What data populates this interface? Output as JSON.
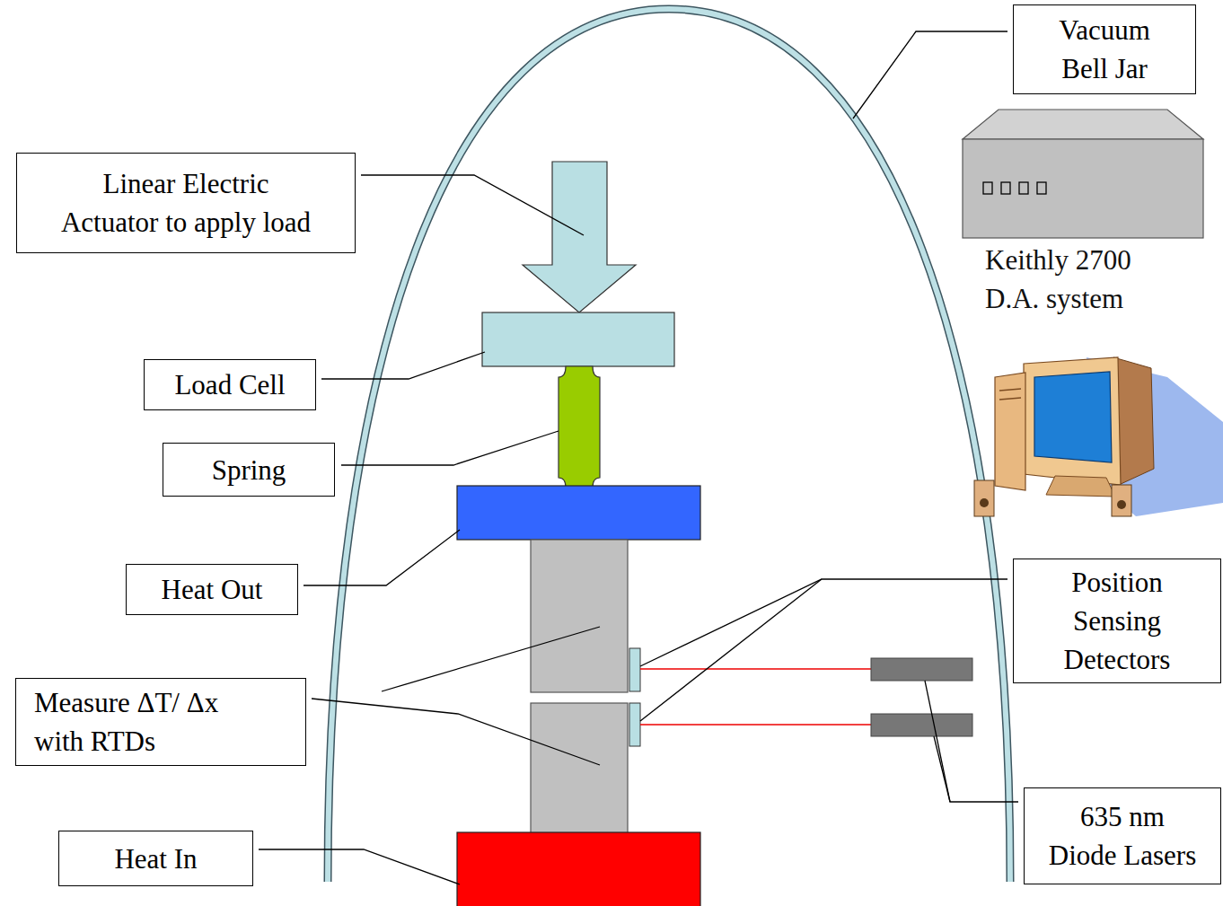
{
  "diagram": {
    "nodes": [
      {
        "text": [
          "Vacuum Bell Jar"
        ]
      },
      {
        "text": [
          "Linear Electric Actuator to apply load"
        ]
      },
      {
        "text": [
          "Load Cell"
        ]
      },
      {
        "text": [
          "Spring"
        ]
      },
      {
        "text": [
          "Position Sensing Detectors"
        ]
      },
      {
        "text": [
          "Heat Out"
        ]
      },
      {
        "text": [
          "Measure ΔT/ Δx with RTDs"
        ]
      },
      {
        "text": [
          "635 nm Diode Lasers"
        ]
      },
      {
        "text": [
          "Heat In"
        ]
      }
    ],
    "labels": [
      "Keithly 2700 D.A. system"
    ]
  }
}
